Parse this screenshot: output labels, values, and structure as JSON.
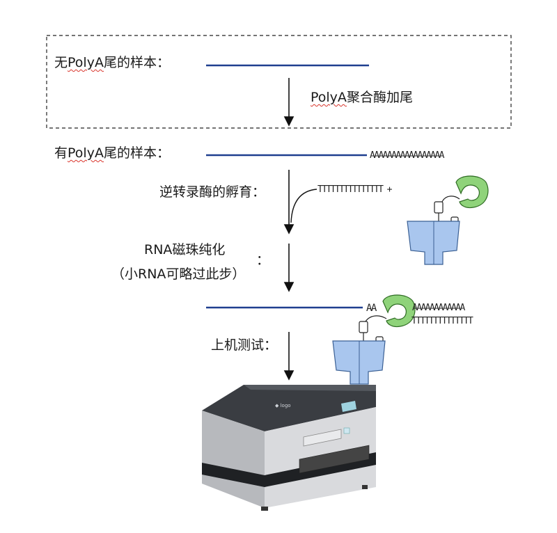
{
  "colors": {
    "rna_line": "#1f3f8f",
    "polymerase": "#8fd37a",
    "pore": "#a9c6ee",
    "wavy_underline": "#d9342b"
  },
  "box": {
    "sample_no_polya_prefix": "无",
    "sample_no_polya_word": "PolyA",
    "sample_no_polya_suffix": "尾的样本：",
    "tailing_word": "PolyA",
    "tailing_suffix": "聚合酶加尾"
  },
  "steps": {
    "sample_polya_prefix": "有",
    "sample_polya_word": "PolyA",
    "sample_polya_suffix": "尾的样本：",
    "polya_tail_seq": "AAAAAAAAAAAAAAAAA",
    "rt_incubation": "逆转录酶的孵育：",
    "oligo_t_seq": "TTTTTTTTTTTTTTT +",
    "rna_bead_purification": "RNA磁珠纯化",
    "rna_bead_note": "（小RNA可略过此步）",
    "colon": "：",
    "final_a_prefix": "AA",
    "final_a_seq": "AAAAAAAAAAAA",
    "final_t_seq": "TTTTTTTTTTTTTT",
    "sequencing": "上机测试："
  }
}
